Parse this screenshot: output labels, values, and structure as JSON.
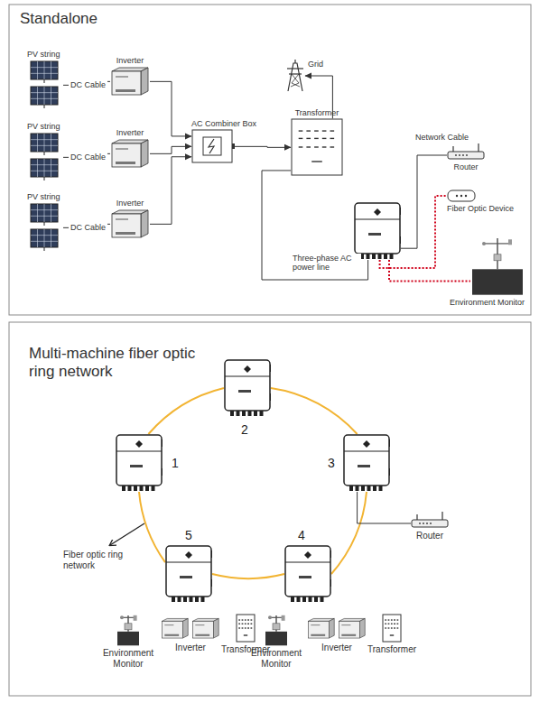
{
  "diagram": {
    "nodes": [
      {
        "text": [
          "PV string"
        ]
      },
      {
        "text": [
          "PV string"
        ]
      },
      {
        "text": [
          "PV string"
        ]
      },
      {
        "text": [
          "Inverter"
        ]
      },
      {
        "text": [
          "Inverter"
        ]
      },
      {
        "text": [
          "Inverter"
        ]
      },
      {
        "text": [
          "AC Combiner Box"
        ]
      },
      {
        "text": [
          "Transformer"
        ]
      },
      {
        "text": [
          "Grid"
        ]
      },
      {
        "text": []
      },
      {
        "text": [
          "Router"
        ]
      },
      {
        "text": [
          "Fiber Optic Device"
        ]
      },
      {
        "text": [
          "Environment Monitor"
        ]
      },
      {
        "text": [
          "1"
        ]
      },
      {
        "text": [
          "2"
        ]
      },
      {
        "text": [
          "3"
        ]
      },
      {
        "text": [
          "4"
        ]
      },
      {
        "text": [
          "5"
        ]
      },
      {
        "text": [
          "Router"
        ]
      },
      {
        "text": [
          "Environment Monitor"
        ]
      },
      {
        "text": [
          "Inverter"
        ]
      },
      {
        "text": [
          "Transformer"
        ]
      },
      {
        "text": [
          "Environment Monitor"
        ]
      },
      {
        "text": [
          "Inverter"
        ]
      },
      {
        "text": [
          "Transformer"
        ]
      }
    ],
    "edges": [
      {
        "from": 0,
        "to": 3,
        "label": "DC Cable",
        "arrow": "none"
      },
      {
        "from": 1,
        "to": 4,
        "label": "DC Cable",
        "arrow": "none"
      },
      {
        "from": 2,
        "to": 5,
        "label": "DC Cable",
        "arrow": "none"
      },
      {
        "from": 3,
        "to": 6,
        "arrow": "to"
      },
      {
        "from": 4,
        "to": 6,
        "arrow": "to"
      },
      {
        "from": 5,
        "to": 6,
        "arrow": "to"
      },
      {
        "from": 6,
        "to": 7,
        "arrow": "to"
      },
      {
        "from": 7,
        "to": 8,
        "arrow": "to"
      },
      {
        "from": 7,
        "to": 9,
        "label": "Three-phase AC power line",
        "arrow": "none"
      },
      {
        "from": 9,
        "to": 10,
        "label": "Network Cable",
        "arrow": "none"
      },
      {
        "from": 9,
        "to": 11,
        "arrow": "none"
      },
      {
        "from": 9,
        "to": 12,
        "arrow": "none"
      },
      {
        "from": 13,
        "to": 14,
        "arrow": "none"
      },
      {
        "from": 14,
        "to": 15,
        "arrow": "none"
      },
      {
        "from": 15,
        "to": 16,
        "arrow": "none"
      },
      {
        "from": 16,
        "to": 17,
        "arrow": "none"
      },
      {
        "from": 17,
        "to": 13,
        "arrow": "none"
      },
      {
        "from": 15,
        "to": 18,
        "arrow": "none"
      }
    ],
    "labels": [
      "Standalone",
      "Multi-machine fiber optic ring network",
      "Fiber optic ring network"
    ]
  }
}
